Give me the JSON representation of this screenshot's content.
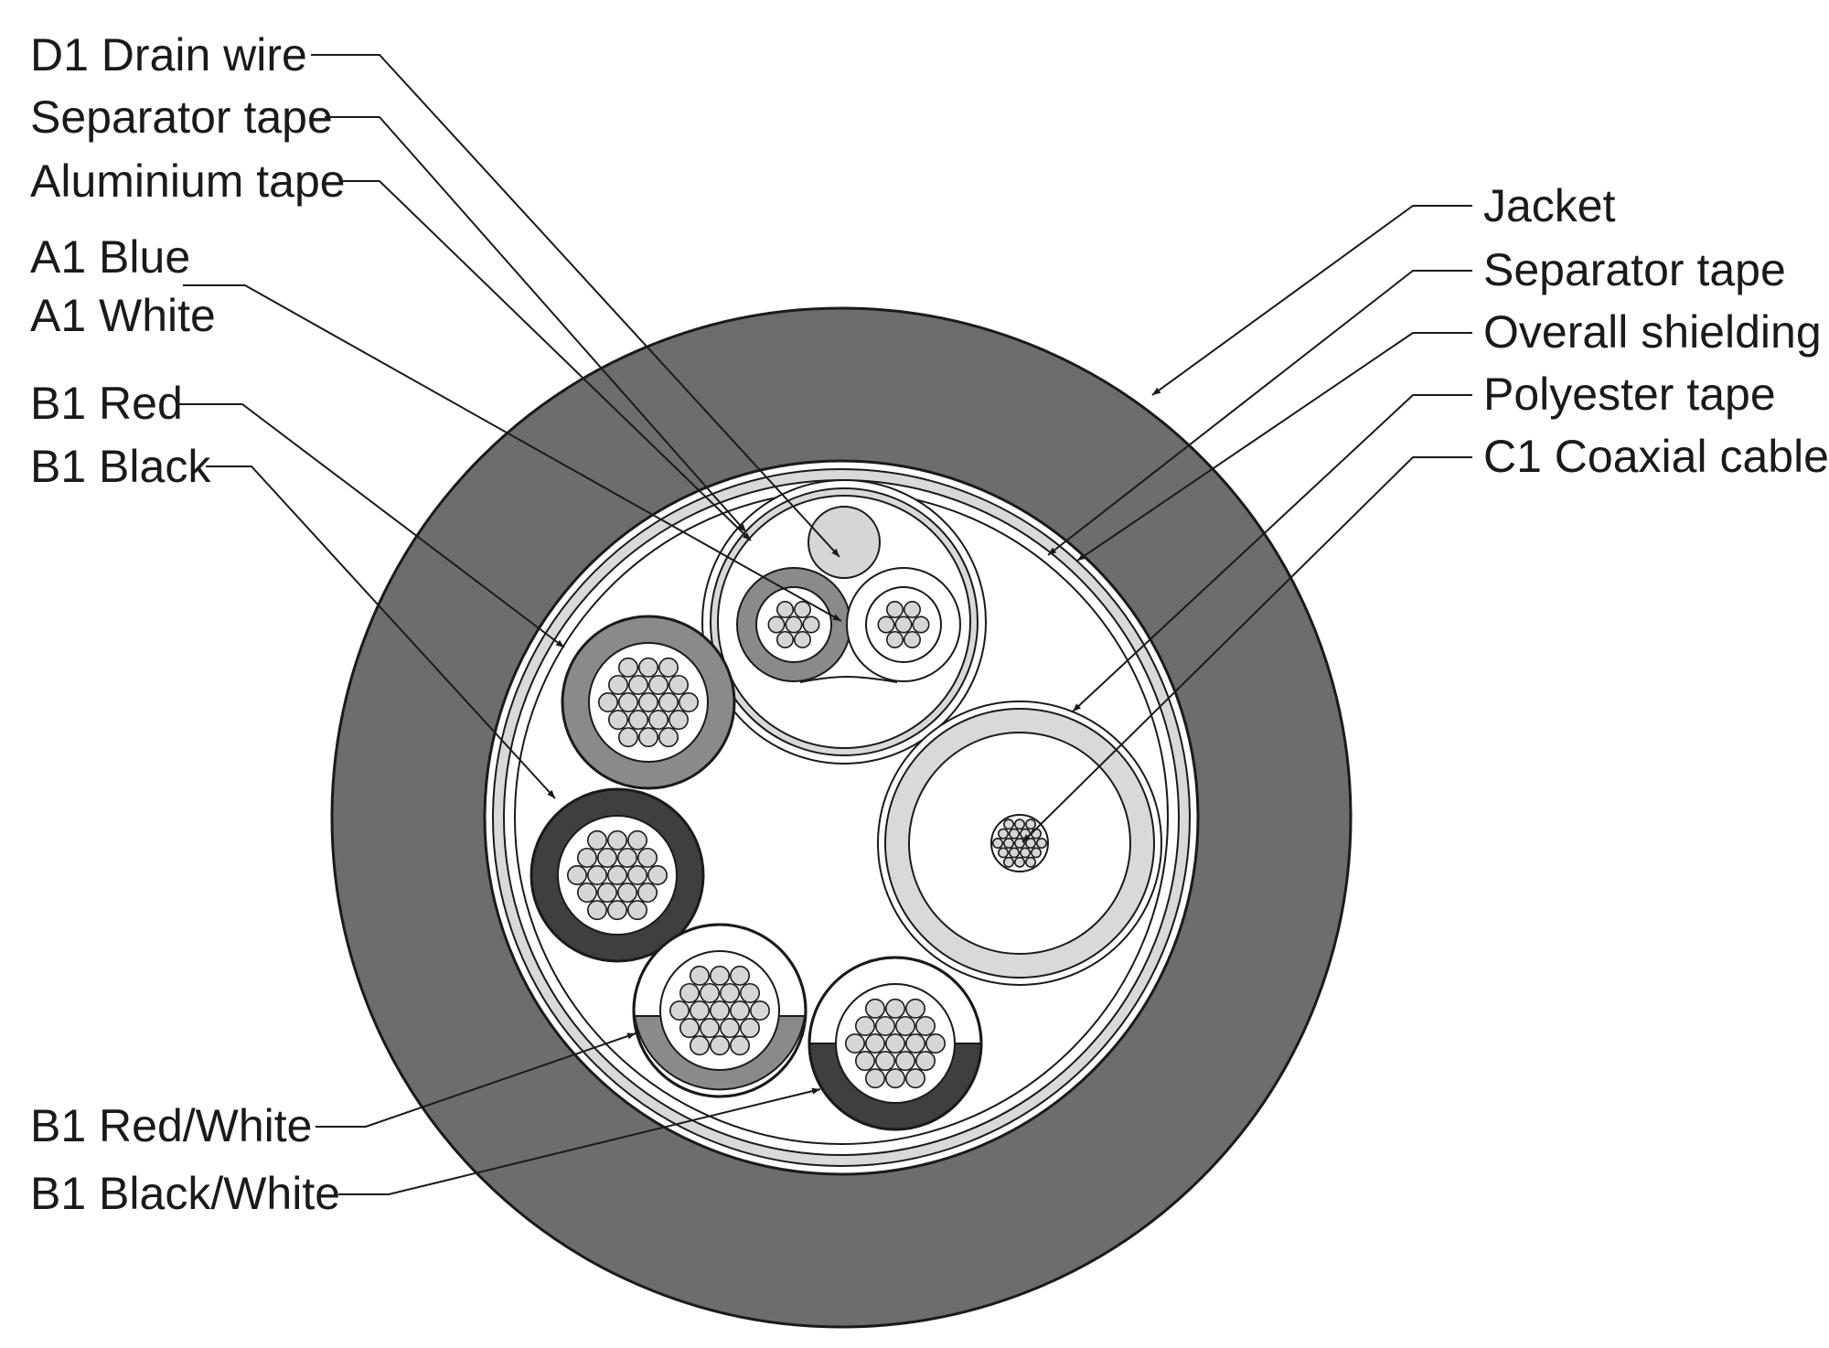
{
  "diagram": {
    "labels_left": [
      {
        "id": "d1-drain-wire",
        "text": "D1 Drain wire"
      },
      {
        "id": "separator-tape-left",
        "text": "Separator tape"
      },
      {
        "id": "aluminium-tape",
        "text": "Aluminium tape"
      },
      {
        "id": "a1-blue",
        "text": "A1 Blue"
      },
      {
        "id": "a1-white",
        "text": "A1 White"
      },
      {
        "id": "b1-red",
        "text": "B1 Red"
      },
      {
        "id": "b1-black",
        "text": "B1 Black"
      },
      {
        "id": "b1-red-white",
        "text": "B1 Red/White"
      },
      {
        "id": "b1-black-white",
        "text": "B1 Black/White"
      }
    ],
    "labels_right": [
      {
        "id": "jacket",
        "text": "Jacket"
      },
      {
        "id": "separator-tape-right",
        "text": "Separator tape"
      },
      {
        "id": "overall-shielding",
        "text": "Overall shielding"
      },
      {
        "id": "polyester-tape",
        "text": "Polyester tape"
      },
      {
        "id": "c1-coaxial-cable",
        "text": "C1 Coaxial cable"
      }
    ]
  },
  "colors": {
    "jacket": "#6e6d6e",
    "red_insulation": "#8a8a8a",
    "black_insulation": "#3f3f3f",
    "shield_band": "#d9d9d9",
    "conductor": "#d6d6d6",
    "line": "#1a1a1a"
  }
}
